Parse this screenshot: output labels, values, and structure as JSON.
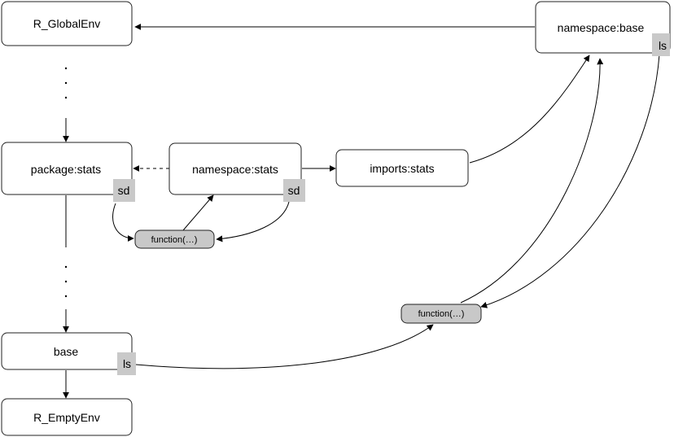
{
  "nodes": {
    "global_env": "R_GlobalEnv",
    "package_stats": "package:stats",
    "namespace_stats": "namespace:stats",
    "imports_stats": "imports:stats",
    "namespace_base": "namespace:base",
    "base": "base",
    "empty_env": "R_EmptyEnv"
  },
  "tags": {
    "package_stats_sd": "sd",
    "namespace_stats_sd": "sd",
    "namespace_base_ls": "ls",
    "base_ls": "ls"
  },
  "functions": {
    "stats_fn": "function(…)",
    "base_fn": "function(…)"
  },
  "colors": {
    "node_fill": "#ffffff",
    "tag_fill": "#c9c9c9",
    "function_fill": "#c8c8c8",
    "stroke": "#222222"
  }
}
